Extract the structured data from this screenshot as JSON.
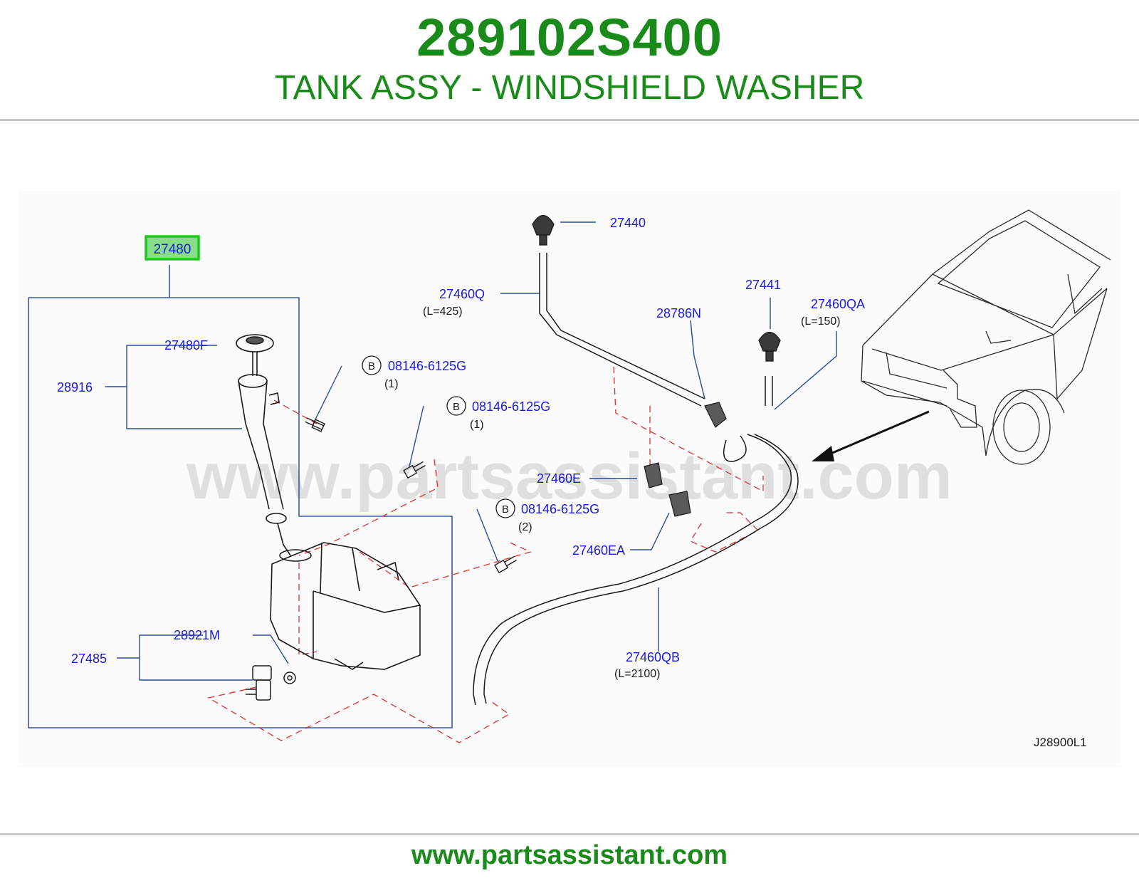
{
  "header": {
    "part_number": "289102S400",
    "part_title": "TANK ASSY - WINDSHIELD WASHER"
  },
  "diagram": {
    "watermark": "www.partsassistant.com",
    "diagram_code": "J28900L1",
    "highlighted_part": "27480",
    "callouts": {
      "c27480F": "27480F",
      "c28916": "28916",
      "c28921M": "28921M",
      "c27485": "27485",
      "c27440": "27440",
      "c27460Q": "27460Q",
      "c27460Q_len": "(L=425)",
      "c27441": "27441",
      "c28786N": "28786N",
      "c27460QA": "27460QA",
      "c27460QA_len": "(L=150)",
      "c27460E": "27460E",
      "c27460EA": "27460EA",
      "c27460QB": "27460QB",
      "c27460QB_len": "(L=2100)"
    },
    "bolts": [
      {
        "marker": "B",
        "part": "08146-6125G",
        "qty": "(1)"
      },
      {
        "marker": "B",
        "part": "08146-6125G",
        "qty": "(1)"
      },
      {
        "marker": "B",
        "part": "08146-6125G",
        "qty": "(2)"
      }
    ]
  },
  "footer": {
    "url": "www.partsassistant.com"
  },
  "colors": {
    "brand_green": "#1a8a1a",
    "callout_blue": "#1a1adc",
    "leader_blue": "#2a4a9a",
    "dashed_red": "#e03030",
    "highlight_fill": "#88dd88",
    "highlight_border": "#1ec81e"
  }
}
